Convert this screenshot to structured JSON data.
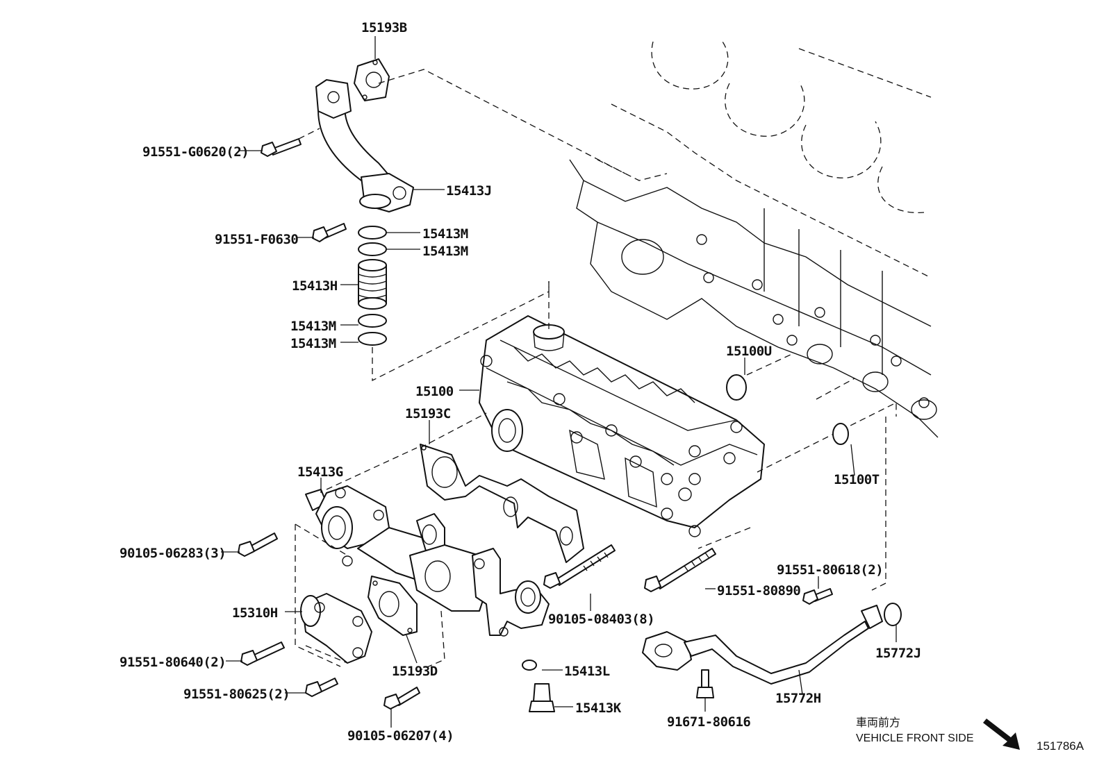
{
  "diagram": {
    "labels": {
      "p15193B": "15193B",
      "p91551G0620": "91551-G0620(2)",
      "p15413J": "15413J",
      "p91551F0630": "91551-F0630",
      "p15413M_1": "15413M",
      "p15413M_2": "15413M",
      "p15413H": "15413H",
      "p15413M_3": "15413M",
      "p15413M_4": "15413M",
      "p15100U": "15100U",
      "p15100": "15100",
      "p15193C": "15193C",
      "p15100T": "15100T",
      "p15413G": "15413G",
      "p9010506283": "90105-06283(3)",
      "p9155180618": "91551-80618(2)",
      "p9155180890": "91551-80890",
      "p9010508403": "90105-08403(8)",
      "p15310H": "15310H",
      "p15772J": "15772J",
      "p9155180640": "91551-80640(2)",
      "p15193D": "15193D",
      "p15413L": "15413L",
      "p9155180625": "91551-80625(2)",
      "p15413K": "15413K",
      "p15772H": "15772H",
      "p9167180616": "91671-80616",
      "p9010506207": "90105-06207(4)"
    },
    "front_label_jp": "車両前方",
    "front_label_en": "VEHICLE FRONT SIDE",
    "figure_number": "151786A"
  }
}
